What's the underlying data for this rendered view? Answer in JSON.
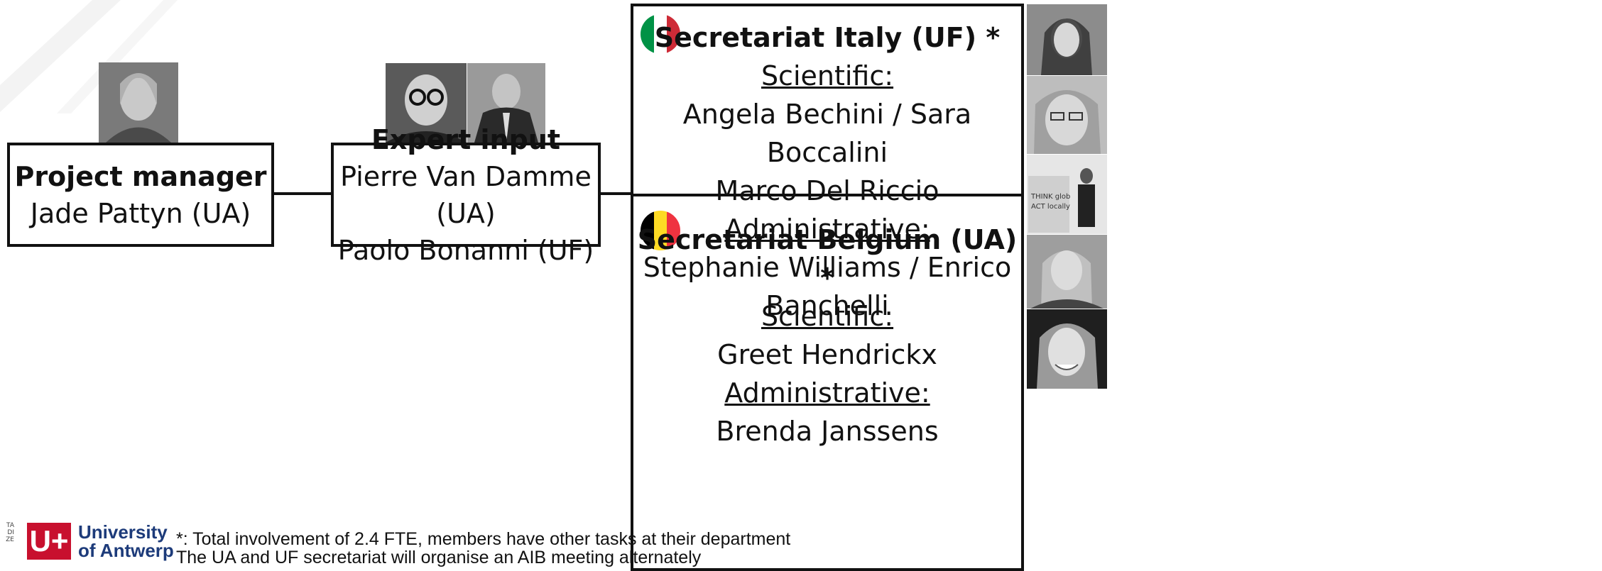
{
  "project_manager": {
    "title": "Project manager",
    "name": "Jade Pattyn (UA)"
  },
  "expert_input": {
    "title": "Expert input",
    "members": [
      "Pierre Van Damme (UA)",
      "Paolo Bonanni (UF)"
    ]
  },
  "secretariat_italy": {
    "title": "Secretariat Italy (UF) *",
    "scientific_label": "Scientific:",
    "scientific_names": [
      "Angela Bechini / Sara Boccalini",
      "Marco Del Riccio"
    ],
    "administrative_label": "Administrative:",
    "administrative_names": [
      "Stephanie Williams / Enrico Banchelli"
    ],
    "flag": "italy-flag-icon"
  },
  "secretariat_belgium": {
    "title": "Secretariat Belgium (UA) *",
    "scientific_label": "Scientific:",
    "scientific_names": [
      "Greet Hendrickx"
    ],
    "administrative_label": "Administrative:",
    "administrative_names": [
      "Brenda Janssens"
    ],
    "flag": "belgium-flag-icon"
  },
  "footnote": {
    "line1": "*: Total involvement of 2.4 FTE, members have other tasks at their department",
    "line2": "The UA and UF secretariat will organise an AIB meeting alternately"
  },
  "logos": {
    "ua_mark": "U+",
    "ua_text_1": "University",
    "ua_text_2": "of Antwerp",
    "unifi_text": "TA DI ZE"
  },
  "colors": {
    "italy": [
      "#009246",
      "#ffffff",
      "#ce2b37"
    ],
    "belgium": [
      "#000000",
      "#fdda24",
      "#ef3340"
    ],
    "ua_red": "#c8102e",
    "ua_blue": "#1d3b7a"
  }
}
